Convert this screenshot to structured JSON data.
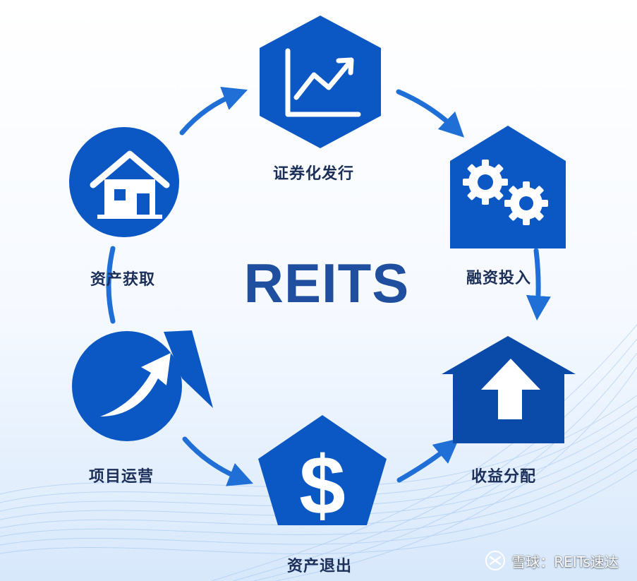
{
  "center_title": "REITS",
  "nodes": [
    {
      "id": "securitization",
      "label": "证券化发行",
      "icon": "line-chart-icon"
    },
    {
      "id": "financing",
      "label": "融资投入",
      "icon": "gears-icon"
    },
    {
      "id": "distribution",
      "label": "收益分配",
      "icon": "up-arrow-house-icon"
    },
    {
      "id": "exit",
      "label": "资产退出",
      "icon": "dollar-icon"
    },
    {
      "id": "operation",
      "label": "项目运营",
      "icon": "growth-arrow-icon"
    },
    {
      "id": "acquisition",
      "label": "资产获取",
      "icon": "house-icon"
    }
  ],
  "watermark": {
    "text": "雪球：REITs速达",
    "icon": "xueqiu-logo-icon"
  },
  "colors": {
    "primary": "#0b57c4",
    "primary_dark": "#0a4aa8",
    "title": "#1f4f9e",
    "label": "#1b2f59",
    "arrow": "#1f6fd6"
  }
}
